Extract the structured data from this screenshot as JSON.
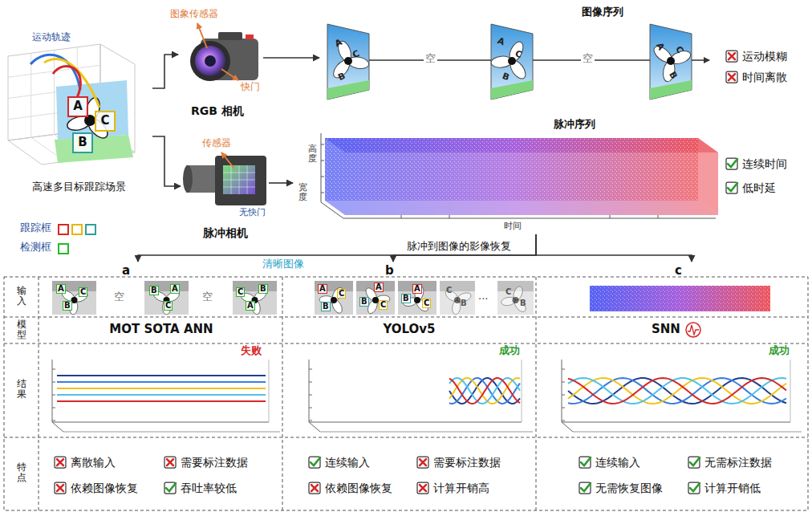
{
  "diagram": {
    "nodes": [
      {
        "text": [
          "高速多目标跟踪场景"
        ]
      },
      {
        "text": [
          "A"
        ],
        "in": 0
      },
      {
        "text": [
          "B"
        ],
        "in": 0
      },
      {
        "text": [
          "C"
        ],
        "in": 0
      },
      {
        "text": [
          "RGB 相机"
        ]
      },
      {
        "text": [
          "脉冲相机"
        ]
      },
      {
        "text": [
          "图像序列"
        ]
      },
      {
        "text": [
          "脉冲序列"
        ]
      },
      {
        "text": [
          "a"
        ]
      },
      {
        "text": [
          "b"
        ]
      },
      {
        "text": [
          "c"
        ]
      }
    ],
    "edges": [
      {
        "from": 0,
        "to": 4,
        "arrow": "to"
      },
      {
        "from": 0,
        "to": 5,
        "arrow": "to"
      },
      {
        "from": 4,
        "to": 6,
        "arrow": "to"
      },
      {
        "from": 5,
        "to": 7,
        "arrow": "to"
      },
      {
        "from": 7,
        "to": 8,
        "arrow": "to",
        "label": "清晰图像"
      },
      {
        "from": 7,
        "to": 9,
        "arrow": "to",
        "label": "脉冲到图像的影像恢复"
      },
      {
        "from": 7,
        "to": 10,
        "arrow": "to"
      }
    ],
    "labels": [
      "运动轨迹",
      "图象传感器",
      "快门",
      "传感器",
      "无快门",
      "空",
      "空",
      "运动模糊",
      "时间离散",
      "高度",
      "宽度",
      "时间",
      "连续时间",
      "低时延",
      "输入",
      "模型",
      "结果",
      "特点",
      "空",
      "空",
      "...",
      "MOT SOTA ANN",
      "YOLOv5",
      "SNN",
      "失败",
      "成功",
      "成功",
      "离散输入",
      "需要标注数据",
      "依赖图像恢复",
      "吞吐率较低",
      "连续输入",
      "需要标注数据",
      "依赖图像恢复",
      "计算开销高",
      "连续输入",
      "无需标注数据",
      "无需恢复图像",
      "计算开销低",
      "A",
      "C",
      "B",
      "A",
      "C",
      "B",
      "A",
      "C",
      "B",
      "A",
      "C",
      "B",
      "B",
      "A",
      "C",
      "C",
      "B",
      "A",
      "A",
      "C",
      "B",
      "A",
      "C",
      "B",
      "A",
      "C",
      "B",
      "C",
      "B",
      "C",
      "B"
    ],
    "legend": [
      {
        "text": "跟踪框",
        "color": "#d62728"
      },
      {
        "text": "检测框",
        "color": "#28b828"
      }
    ]
  }
}
